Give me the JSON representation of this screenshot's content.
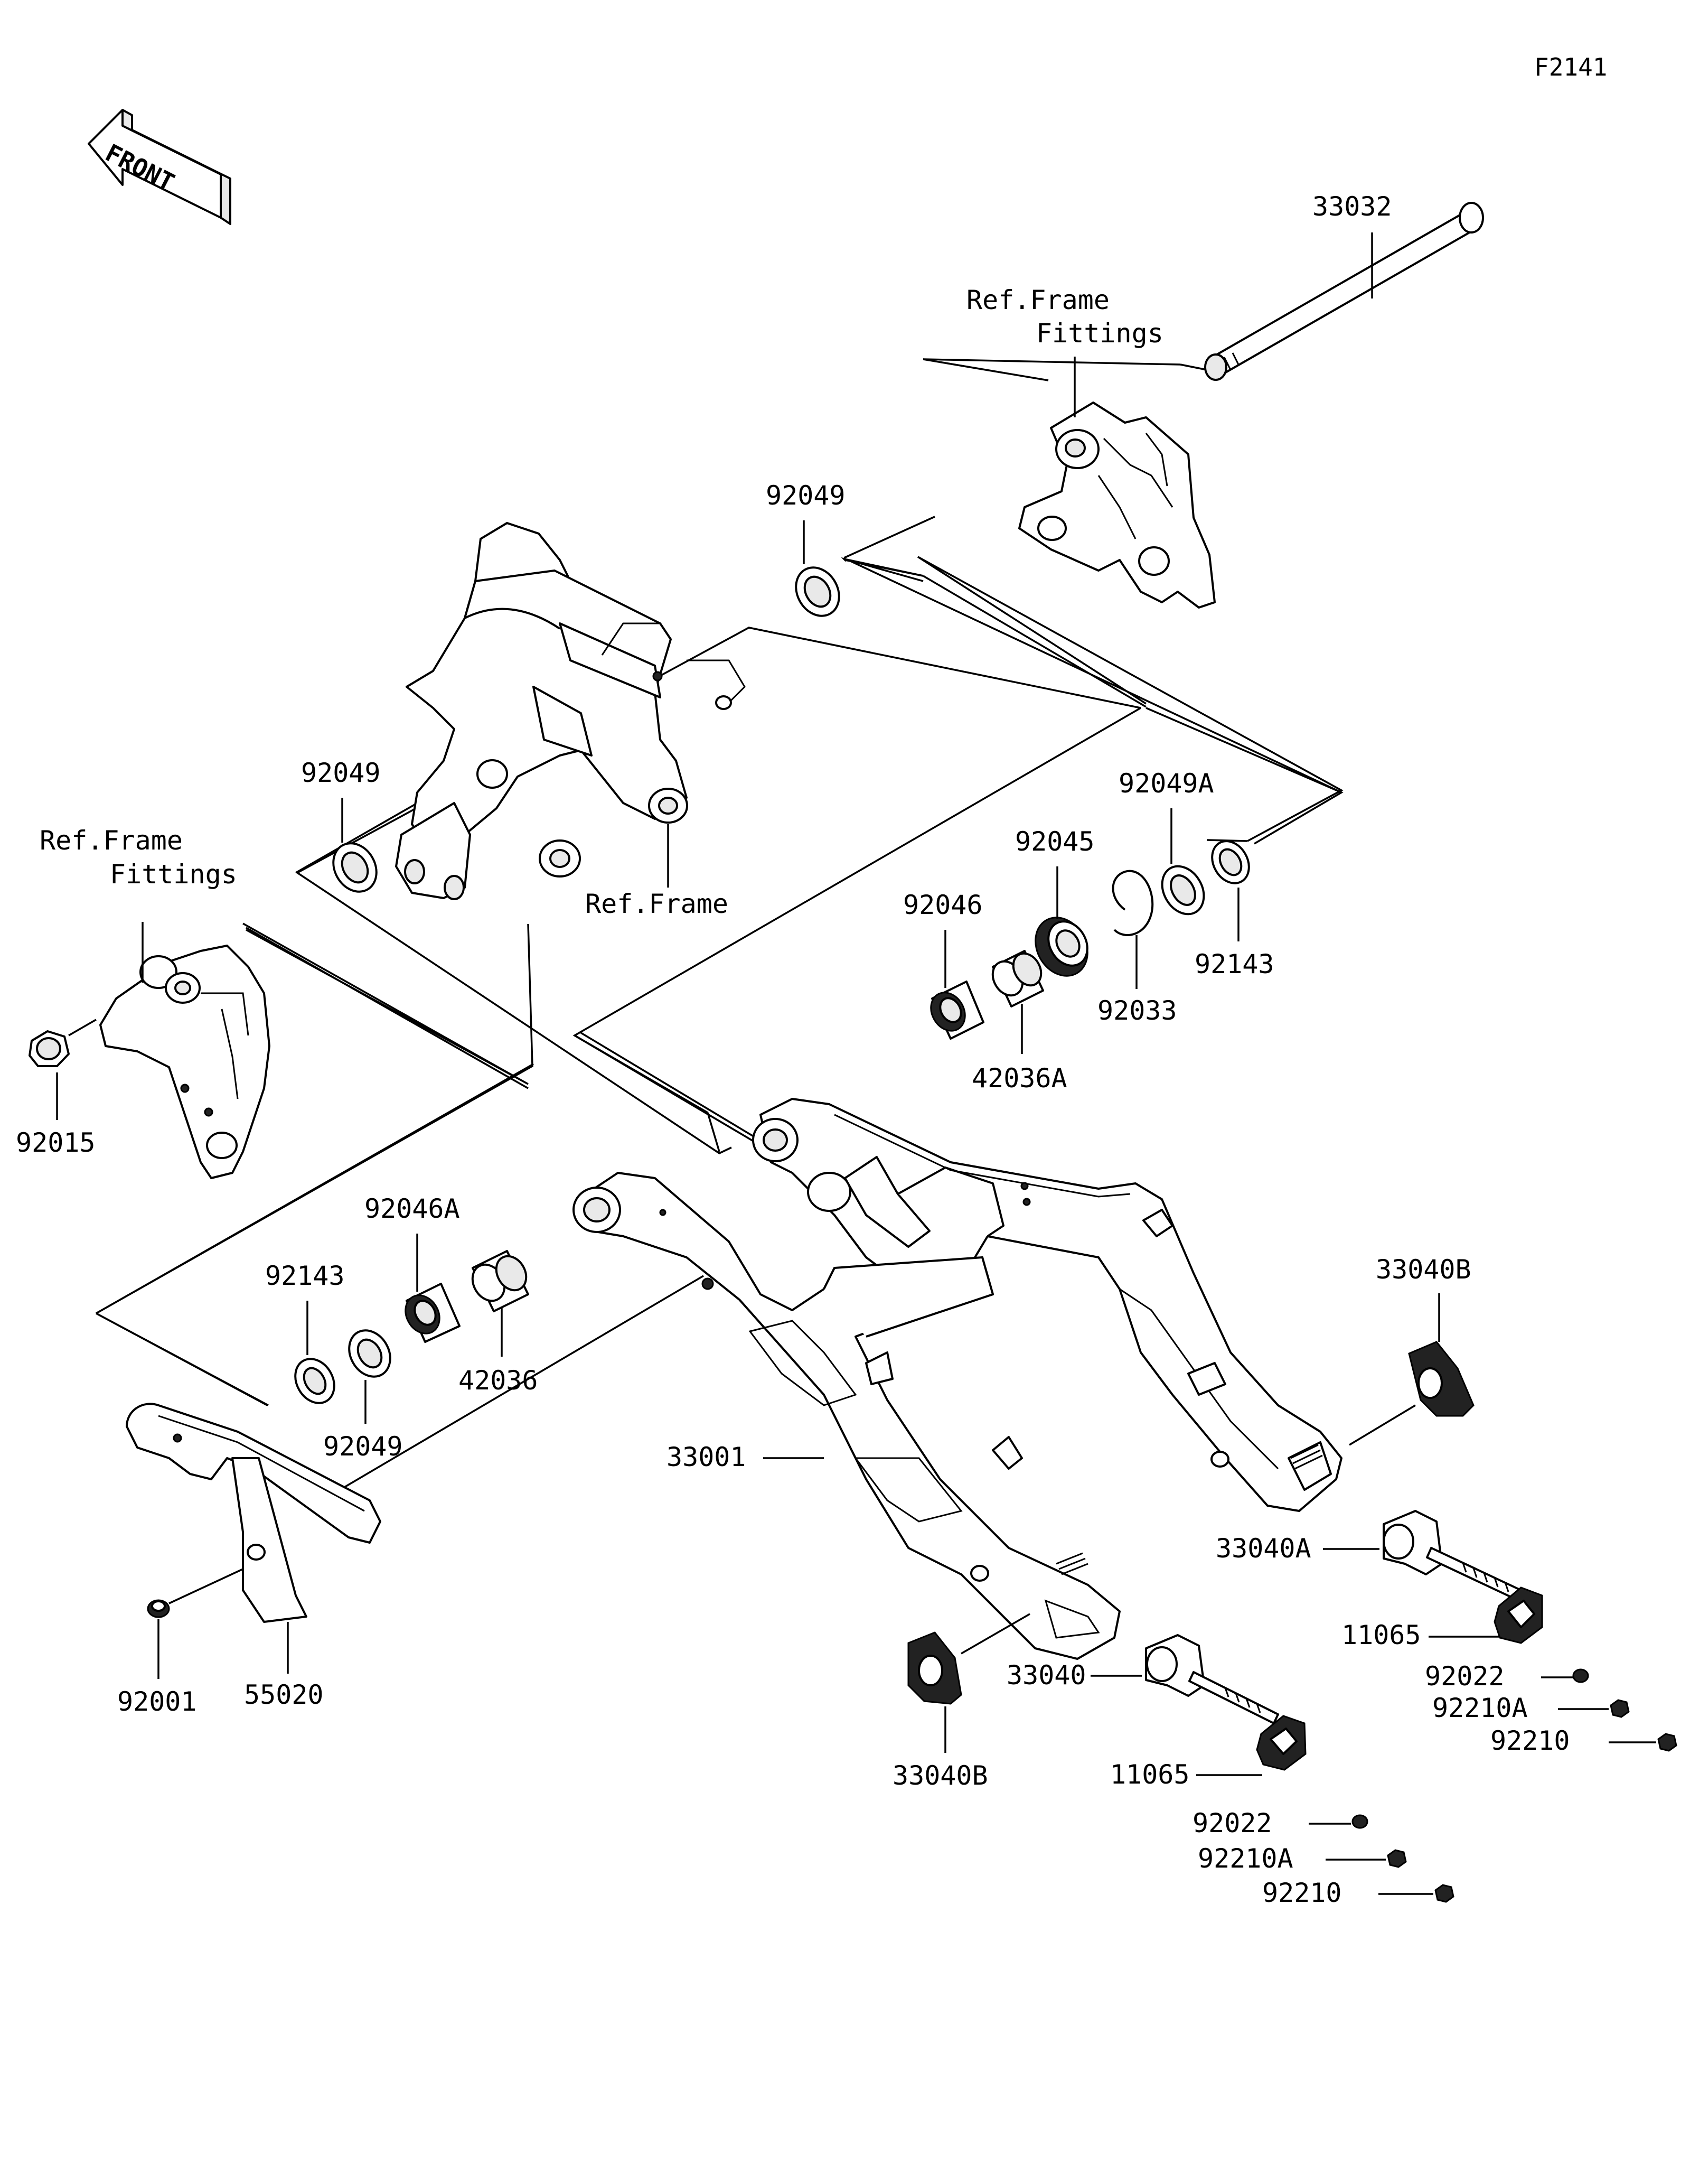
{
  "diagram": {
    "figure_code": "F2141",
    "front_label": "FRONT",
    "labels": {
      "axle": "33032",
      "ref_frame_fittings_right_1": "Ref.Frame",
      "ref_frame_fittings_right_2": "Fittings",
      "ref_frame_fittings_left_1": "Ref.Frame",
      "ref_frame_fittings_left_2": "Fittings",
      "ref_frame": "Ref.Frame",
      "cap_top": "92049",
      "cap_left": "92049",
      "cap_a": "92049A",
      "bearing": "92045",
      "needle_bearing": "92046",
      "snap_ring": "92033",
      "sleeve_a": "42036A",
      "collar_right": "92143",
      "nut": "92015",
      "needle_bearing_a": "92046A",
      "collar_left": "92143",
      "sleeve": "42036",
      "cap_bottom": "92049",
      "swingarm": "33001",
      "chain_guard": "55020",
      "bolt": "92001",
      "adjuster_b_right": "33040B",
      "adjuster_a": "33040A",
      "bolt_11065_right": "11065",
      "washer_92022_right": "92022",
      "nut_92210a_right": "92210A",
      "nut_92210_right": "92210",
      "adjuster": "33040",
      "adjuster_b_left": "33040B",
      "bolt_11065_left": "11065",
      "washer_92022_left": "92022",
      "nut_92210a_left": "92210A",
      "nut_92210_left": "92210"
    }
  }
}
